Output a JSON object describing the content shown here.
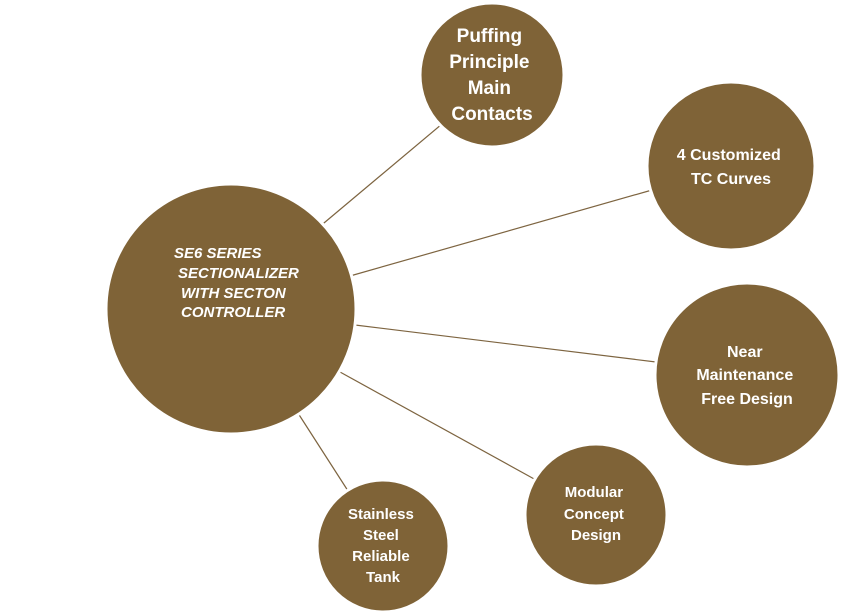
{
  "diagram": {
    "center": {
      "lines": [
        "SE6 SERIES",
        "SECTIONALIZER",
        "WITH SECTON",
        "CONTROLLER"
      ]
    },
    "nodes": [
      {
        "id": "puffing",
        "lines": [
          "Puffing",
          "Principle",
          "Main",
          "Contacts"
        ]
      },
      {
        "id": "tc-curves",
        "lines": [
          "4 Customized",
          "TC Curves"
        ]
      },
      {
        "id": "maintenance",
        "lines": [
          "Near",
          "Maintenance",
          "Free Design"
        ]
      },
      {
        "id": "modular",
        "lines": [
          "Modular",
          "Concept",
          "Design"
        ]
      },
      {
        "id": "tank",
        "lines": [
          "Stainless",
          "Steel",
          "Reliable",
          "Tank"
        ]
      }
    ],
    "colors": {
      "node_fill": "#7f6337",
      "connector": "#7d6440",
      "text": "#ffffff",
      "background": "#ffffff"
    }
  }
}
